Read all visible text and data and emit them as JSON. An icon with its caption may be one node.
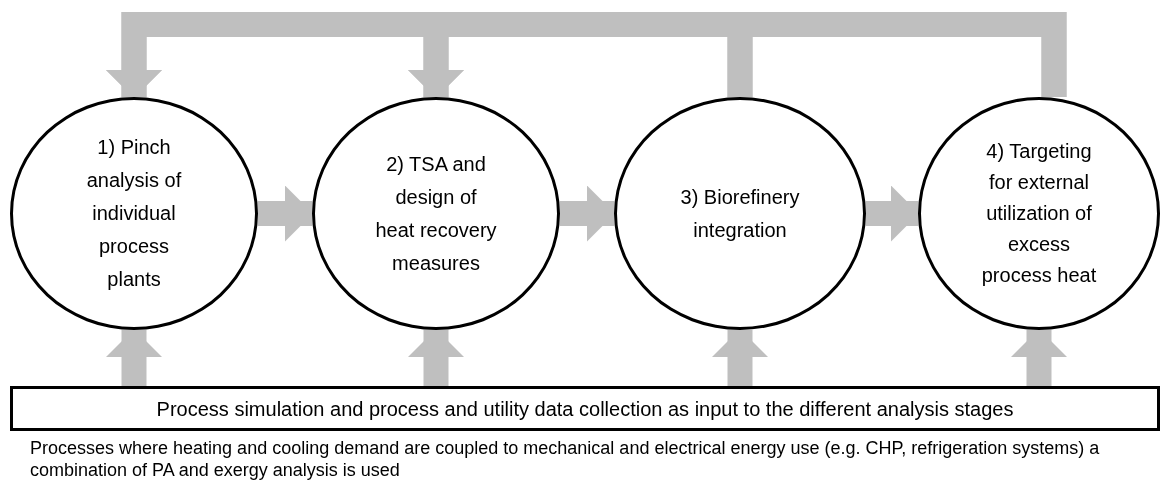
{
  "diagram": {
    "nodes": [
      {
        "text": [
          "1) Pinch analysis of individual process plants"
        ]
      },
      {
        "text": [
          "2) TSA and design of heat recovery measures"
        ]
      },
      {
        "text": [
          "3) Biorefinery integration"
        ]
      },
      {
        "text": [
          "4) Targeting for external utilization of excess process heat"
        ]
      },
      {
        "text": [
          "Process simulation and process and utility data collection as input to the different analysis stages"
        ]
      }
    ],
    "edges": [
      {
        "from": 0,
        "to": 1,
        "arrow": "to"
      },
      {
        "from": 1,
        "to": 2,
        "arrow": "to"
      },
      {
        "from": 2,
        "to": 3,
        "arrow": "to"
      },
      {
        "from": 4,
        "to": 0,
        "arrow": "to"
      },
      {
        "from": 4,
        "to": 1,
        "arrow": "to"
      },
      {
        "from": 4,
        "to": 2,
        "arrow": "to"
      },
      {
        "from": 4,
        "to": 3,
        "arrow": "to"
      },
      {
        "from": 2,
        "to": 0,
        "arrow": "to"
      },
      {
        "from": 2,
        "to": 1,
        "arrow": "to"
      },
      {
        "from": 3,
        "to": 0,
        "arrow": "to"
      },
      {
        "from": 3,
        "to": 1,
        "arrow": "to"
      }
    ],
    "labels": [
      "Processes where heating and cooling demand are coupled to mechanical and electrical energy use (e.g. CHP, refrigeration systems) a combination of PA and exergy analysis is used"
    ]
  }
}
